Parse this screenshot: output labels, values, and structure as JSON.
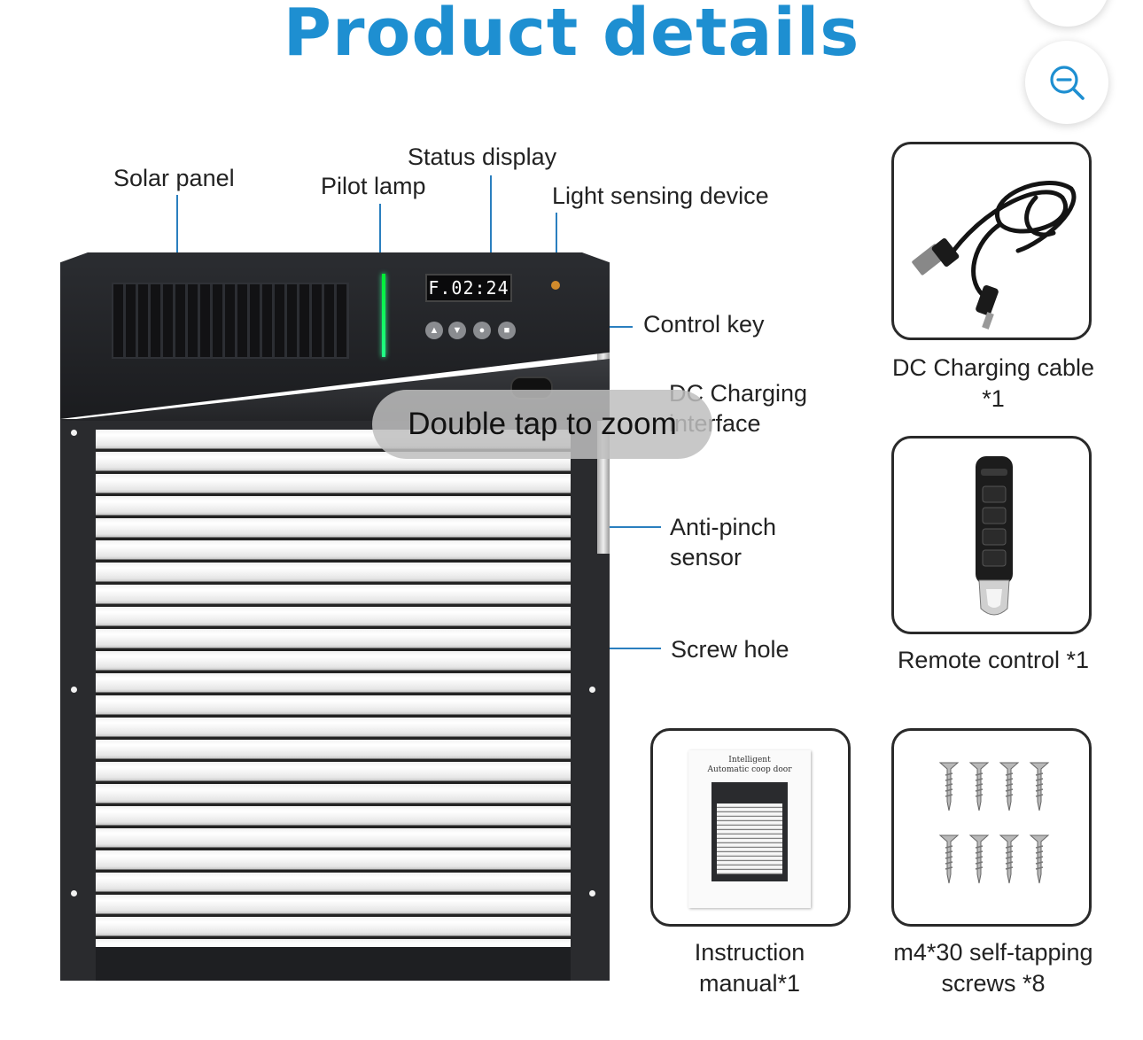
{
  "page": {
    "title": "Product details",
    "zoom_hint": "Double tap to zoom"
  },
  "callouts": {
    "solar_panel": "Solar panel",
    "pilot_lamp": "Pilot lamp",
    "status_display": "Status display",
    "light_sensing": "Light sensing device",
    "control_key": "Control key",
    "dc_interface": "DC Charging interface",
    "anti_pinch": "Anti-pinch sensor",
    "screw_hole": "Screw hole"
  },
  "device": {
    "display_text": "F.02:24"
  },
  "accessories": [
    {
      "caption": "DC Charging cable *1"
    },
    {
      "caption": "Remote control *1"
    },
    {
      "caption": "Instruction manual*1"
    },
    {
      "caption": "m4*30 self-tapping screws *8"
    }
  ],
  "manual": {
    "title_line1": "Intelligent",
    "title_line2": "Automatic coop door"
  },
  "colors": {
    "title": "#1e8fd1",
    "leader": "#2a7fbf",
    "zoom_icon": "#1e8fd1"
  },
  "icons": [
    "zoom-out-icon"
  ]
}
